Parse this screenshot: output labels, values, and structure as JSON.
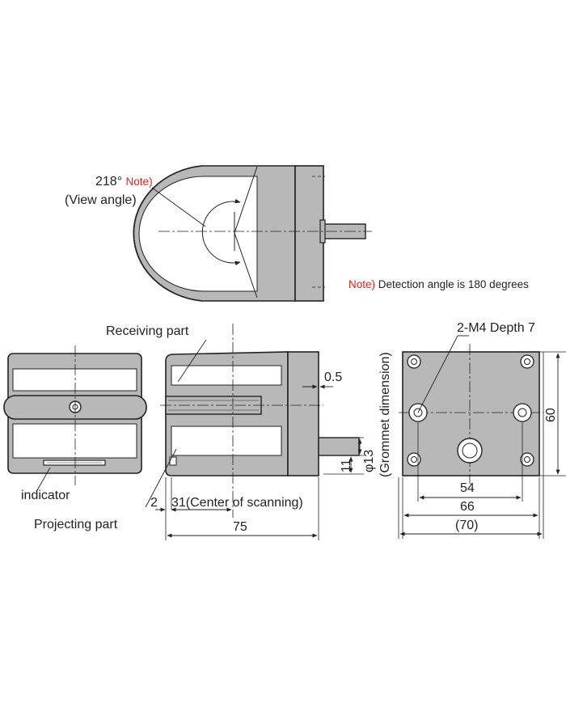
{
  "top_view": {
    "angle_value": "218°",
    "angle_note": "Note)",
    "view_angle": "(View angle)",
    "note_label": "Note)",
    "note_text": "Detection angle is 180 degrees"
  },
  "side_view": {
    "receiving_part": "Receiving part",
    "indicator": "indicator",
    "projecting_part": "Projecting part",
    "dim_0_5": "0.5",
    "dim_2": "2",
    "dim_31": "31(Center of scanning)",
    "dim_75": "75",
    "dim_11": "11",
    "dim_phi13": "φ13",
    "grommet": "(Grommet dimension)"
  },
  "rear_view": {
    "hole_label": "2-M4 Depth 7",
    "dim_54": "54",
    "dim_66": "66",
    "dim_70": "(70)",
    "dim_60": "60"
  },
  "colors": {
    "body": "#b8b8b8",
    "line": "#222222",
    "note": "#e2231a"
  }
}
